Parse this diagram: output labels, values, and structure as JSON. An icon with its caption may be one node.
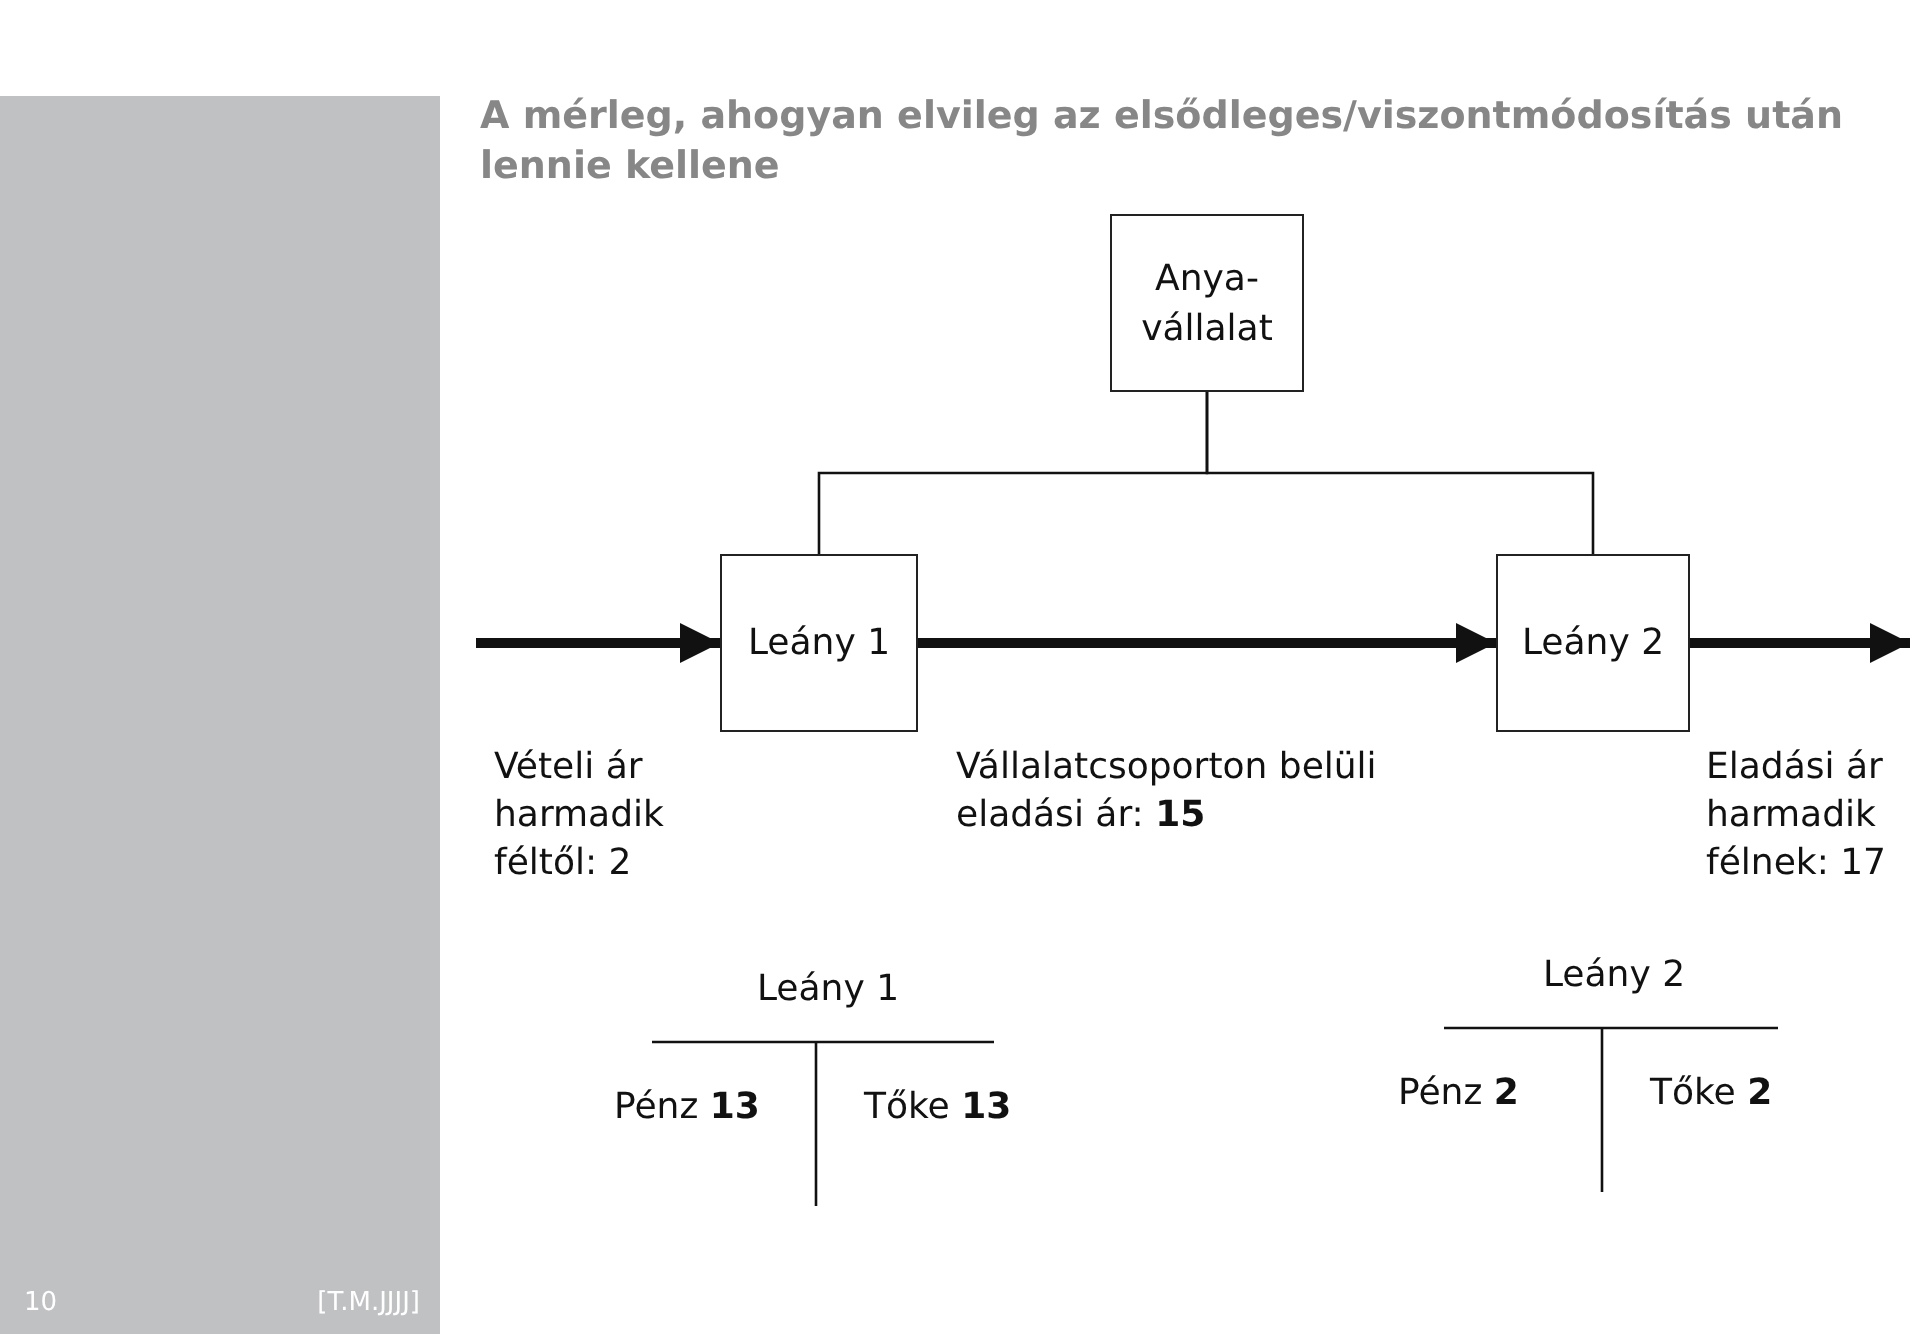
{
  "diagram": {
    "title": "A mérleg, ahogyan elvileg az elsődleges/viszontmódosítás után lennie kellene",
    "nodes": [
      {
        "text": [
          "Anya-vállalat"
        ]
      },
      {
        "text": [
          "Leány 1"
        ]
      },
      {
        "text": [
          "Leány 2"
        ]
      }
    ],
    "edges": [
      {
        "from": 0,
        "to": 1,
        "arrow": "none"
      },
      {
        "from": 0,
        "to": 2,
        "arrow": "none"
      },
      {
        "from": null,
        "to": 1,
        "arrow": "to"
      },
      {
        "from": 1,
        "to": 2,
        "arrow": "to"
      },
      {
        "from": 2,
        "to": null,
        "arrow": "to"
      }
    ],
    "labels": [
      "Vételi ár harmadik féltől: 2",
      "Vállalatcsoporton belüli eladási ár: **15**",
      "Eladási ár harmadik félnek: 17",
      "Leány 1",
      "Pénz **13**",
      "Tőke **13**",
      "Leány 2",
      "Pénz **2**",
      "Tőke **2**",
      "10",
      "[T.M.JJJJ]"
    ]
  }
}
